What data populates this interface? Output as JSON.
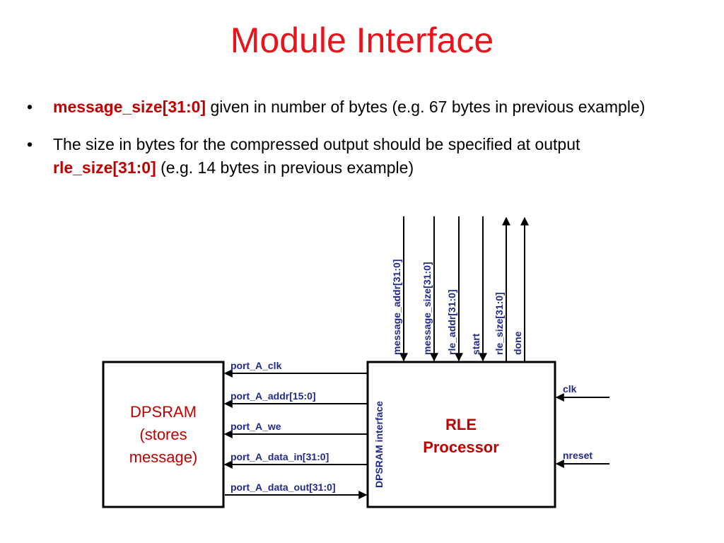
{
  "title": "Module Interface",
  "bullets": [
    {
      "highlight": "message_size[31:0]",
      "text": " given in number of bytes (e.g. 67 bytes in previous example)"
    },
    {
      "text_before": "The size in bytes for the compressed output should be specified at output",
      "highlight": "rle_size[31:0]",
      "text_after": " (e.g. 14 bytes in previous example)"
    }
  ],
  "diagram": {
    "dpsram": {
      "line1": "DPSRAM",
      "line2": "(stores",
      "line3": "message)"
    },
    "rle": {
      "line1": "RLE",
      "line2": "Processor"
    },
    "interface_label": "DPSRAM interface",
    "port_signals": [
      "port_A_clk",
      "port_A_addr[15:0]",
      "port_A_we",
      "port_A_data_in[31:0]",
      "port_A_data_out[31:0]"
    ],
    "top_signals": [
      "message_addr[31:0]",
      "message_size[31:0]",
      "rle_addr[31:0]",
      "start",
      "rle_size[31:0]",
      "done"
    ],
    "right_signals": [
      "clk",
      "nreset"
    ],
    "colors": {
      "signal": "#1f2a8c",
      "dpsram_text": "#c00000",
      "rle_text": "#c00000",
      "title": "#e8141c"
    }
  }
}
